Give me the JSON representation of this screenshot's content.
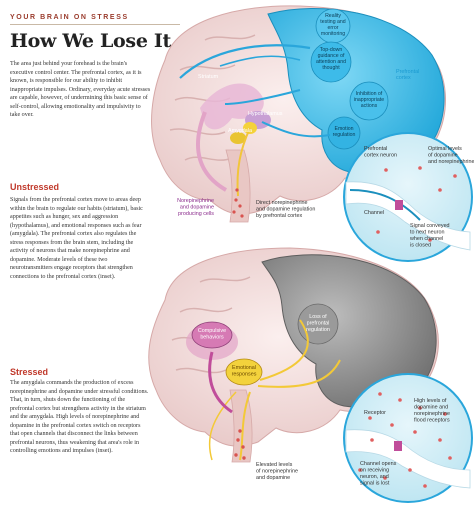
{
  "kicker": "YOUR BRAIN ON STRESS",
  "title": "How We Lose It",
  "intro": "The area just behind your forehead is the brain's executive control center. The prefrontal cortex, as it is known, is responsible for our ability to inhibit inappropriate impulses. Ordinary, everyday acute stresses are capable, however, of undermining this basic sense of self-control, allowing emotionality and impulsivity to take over.",
  "unstressed": {
    "heading": "Unstressed",
    "text": "Signals from the prefrontal cortex move to areas deep within the brain to regulate our habits (striatum), basic appetites such as hunger, sex and aggression (hypothalamus), and emotional responses such as fear (amygdala). The prefrontal cortex also regulates the stress responses from the brain stem, including the activity of neurons that make norepinephrine and dopamine. Moderate levels of these two neurotransmitters engage receptors that strengthen connections to the prefrontal cortex (inset).",
    "cortex_labels": [
      "Reality testing and error monitoring",
      "Top-down guidance of attention and thought",
      "Inhibition of inappropriate actions",
      "Emotion regulation"
    ],
    "prefrontal_label": "Prefrontal cortex",
    "striatum": "Striatum",
    "hypothalamus": "Hypothalamus",
    "amygdala": "Amygdala",
    "ne_cells": "Norepinephrine and dopamine producing cells",
    "direct_reg": "Direct norepinephrine and dopamine regulation by prefrontal cortex",
    "inset_neuron": "Prefrontal cortex neuron",
    "inset_optimal": "Optimal levels of dopamine and norepinephrine",
    "inset_channel": "Channel",
    "inset_signal": "Signal conveyed to next neuron when channel is closed"
  },
  "stressed": {
    "heading": "Stressed",
    "text": "The amygdala commands the production of excess norepinephrine and dopamine under stressful conditions. That, in turn, shuts down the functioning of the prefrontal cortex but strengthens activity in the striatum and the amygdala. High levels of norepinephrine and dopamine in the prefrontal cortex switch on receptors that open channels that disconnect the links between prefrontal neurons, thus weakening that area's role in controlling emotions and impulses (inset).",
    "loss": "Loss of prefrontal regulation",
    "compulsive": "Compulsive behaviors",
    "emotional": "Emotional responses",
    "elevated": "Elevated levels of norepinephrine and dopamine",
    "inset_receptor": "Receptor",
    "inset_high": "High levels of dopamine and norepinephrine flood receptors",
    "inset_channel": "Channel opens on receiving neuron, and signal is lost"
  },
  "colors": {
    "accent": "#c0392b",
    "cortex_blue": "#29b6e6",
    "gray_cortex": "#8e8e8e",
    "brain_pink": "#f1dada"
  }
}
